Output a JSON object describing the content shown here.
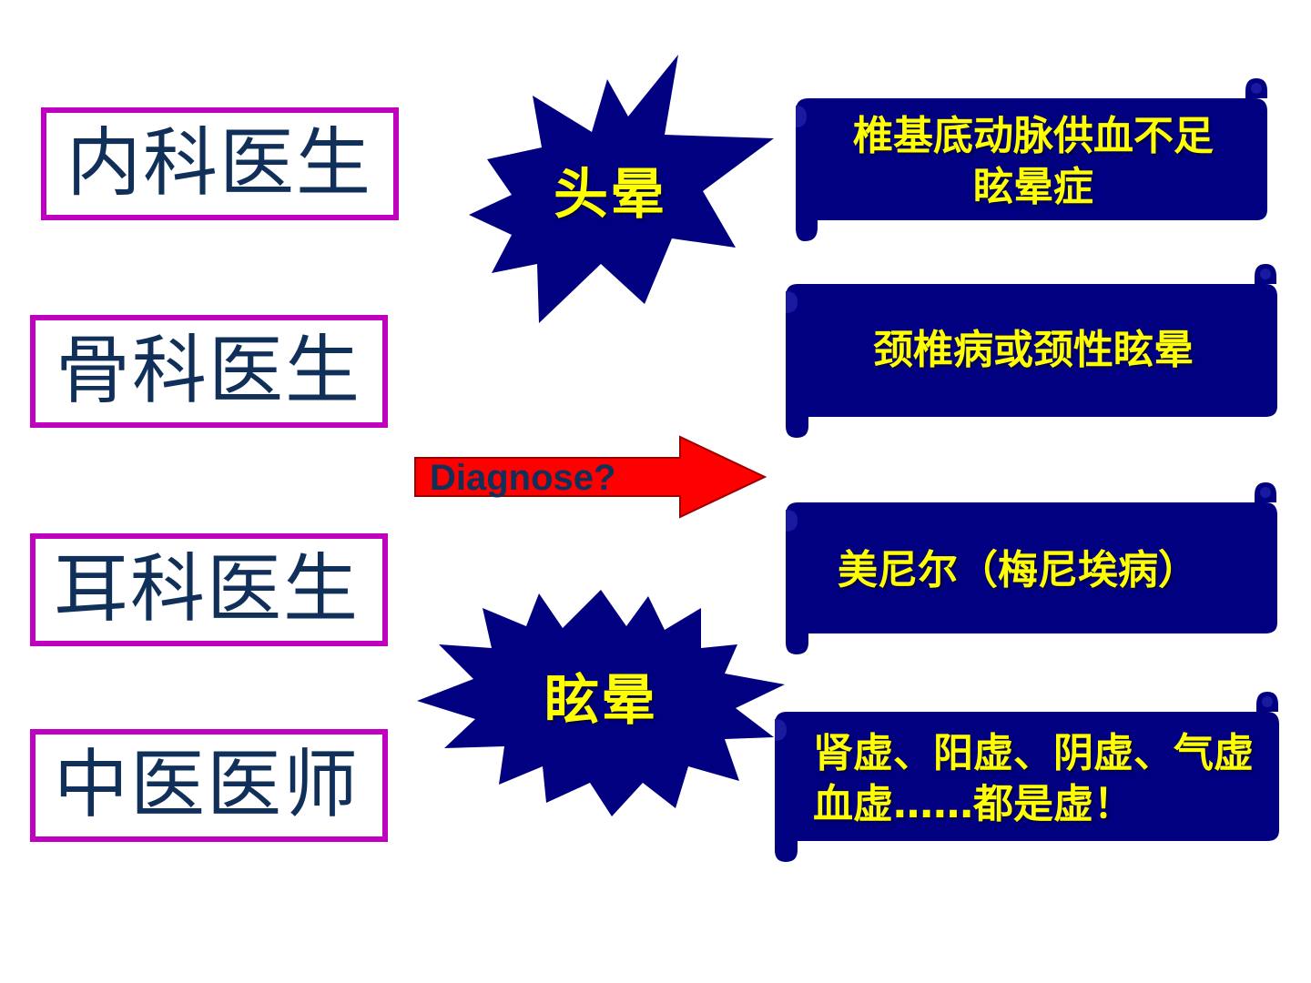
{
  "doctors": [
    {
      "label": "内科医生"
    },
    {
      "label": "骨科医生"
    },
    {
      "label": "耳科医生"
    },
    {
      "label": "中医医师"
    }
  ],
  "symptoms": [
    {
      "label": "头晕"
    },
    {
      "label": "眩晕"
    }
  ],
  "arrow": {
    "label": "Diagnose?"
  },
  "diagnoses": [
    {
      "line1": "椎基底动脉供血不足",
      "line2": "眩晕症"
    },
    {
      "line1": "颈椎病或颈性眩晕"
    },
    {
      "line1": "美尼尔（梅尼埃病）"
    },
    {
      "line1": "肾虚、阳虚、阴虚、气虚",
      "line2": "血虚……都是虚！"
    }
  ],
  "colors": {
    "doctor_border": "#c000c0",
    "doctor_text": "#10305a",
    "shape_fill": "#000080",
    "highlight_text": "#ffff00",
    "arrow_fill": "#ff0000"
  }
}
